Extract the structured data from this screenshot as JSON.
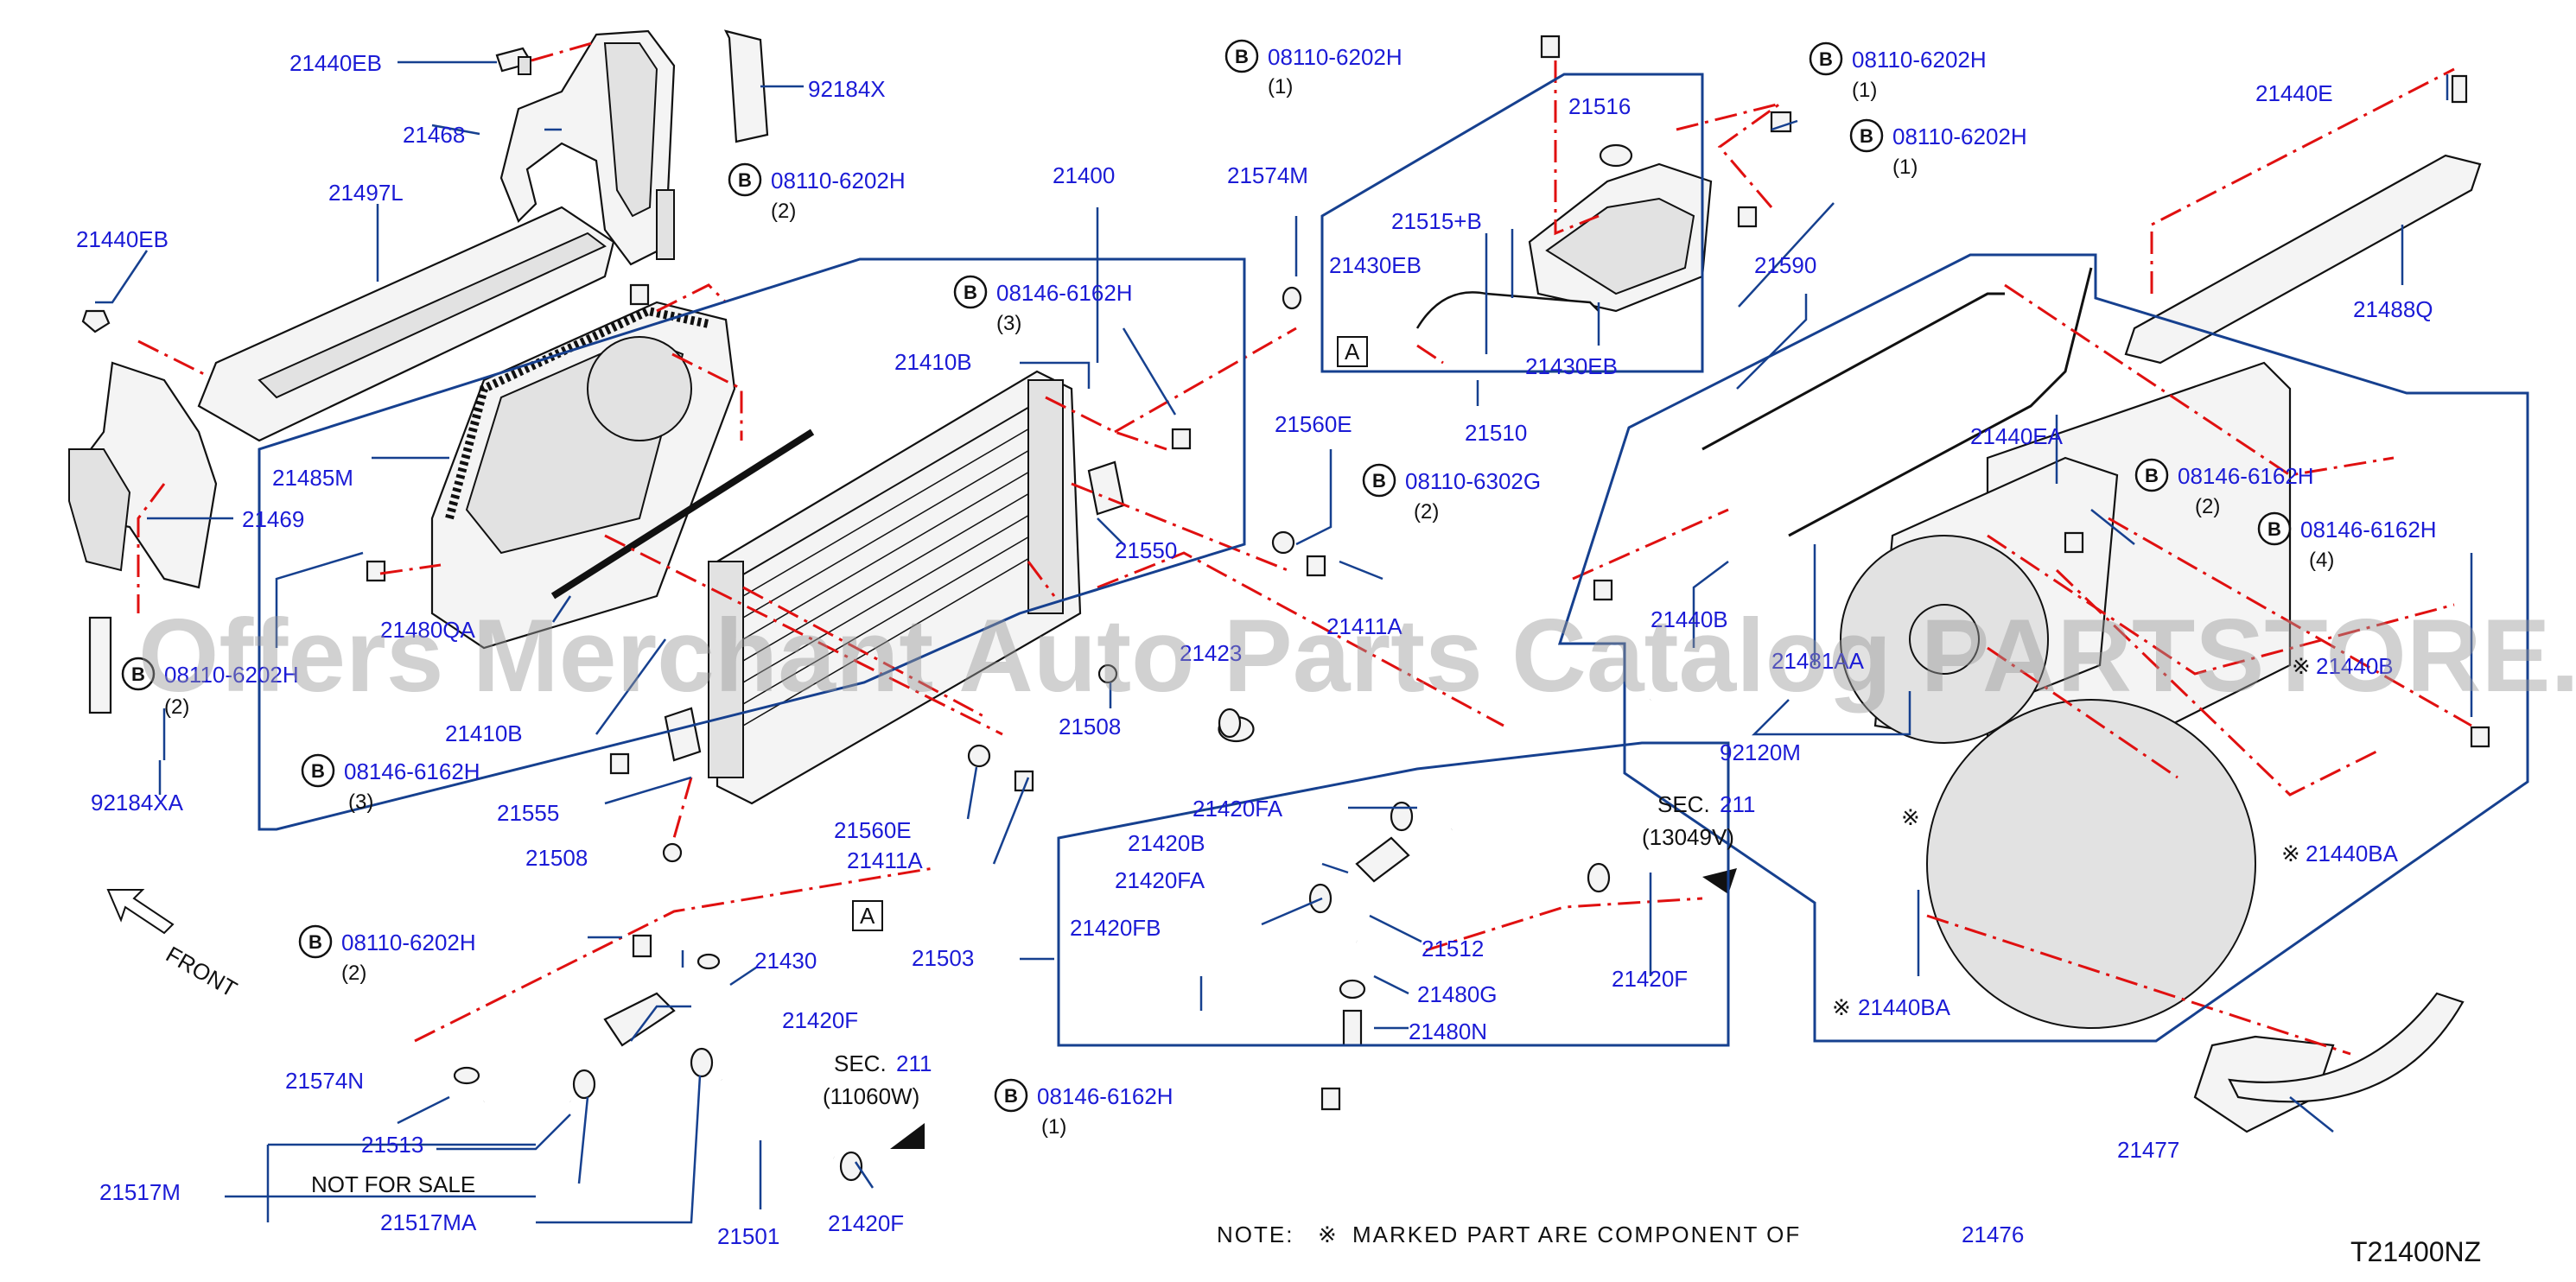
{
  "labels": {
    "l21440EB_a": "21440EB",
    "l92184X": "92184X",
    "l21468": "21468",
    "l21497L": "21497L",
    "l21440EB_b": "21440EB",
    "l21485M": "21485M",
    "l21469": "21469",
    "l21480QA": "21480QA",
    "l92184XA": "92184XA",
    "l21400": "21400",
    "l21574M": "21574M",
    "l21410B_a": "21410B",
    "l21410B_b": "21410B",
    "l21550": "21550",
    "l21560E_a": "21560E",
    "l21411A_a": "21411A",
    "l21508_a": "21508",
    "l21508_b": "21508",
    "l21555": "21555",
    "l21560E_b": "21560E",
    "l21411A_b": "21411A",
    "l21516": "21516",
    "l21515B": "21515+B",
    "l21430EB_a": "21430EB",
    "l21430EB_b": "21430EB",
    "l21510": "21510",
    "l21590": "21590",
    "l21440E": "21440E",
    "l21488Q": "21488Q",
    "l21440EA": "21440EA",
    "l21440B": "21440B",
    "l21481AA": "21481AA",
    "l92120M": "92120M",
    "l21440BA_a": "21440BA",
    "l21440BA_b": "21440BA",
    "l21440BA_c": "21440B",
    "l21477": "21477",
    "l21420FA_a": "21420FA",
    "l21420B": "21420B",
    "l21420FA_b": "21420FA",
    "l21420FB": "21420FB",
    "l21512": "21512",
    "l21480G": "21480G",
    "l21480N": "21480N",
    "l21503": "21503",
    "l21420F_a": "21420F",
    "l21420F_b": "21420F",
    "l21420F_c": "21420F",
    "l21430": "21430",
    "l21574N": "21574N",
    "l21513": "21513",
    "l21517M": "21517M",
    "l21517MA": "21517MA",
    "l21501": "21501",
    "l21423": "21423"
  },
  "bolts": {
    "b1": {
      "code": "08110-6202H",
      "qty": "(1)"
    },
    "b2": {
      "code": "08110-6202H",
      "qty": "(1)"
    },
    "b3": {
      "code": "08110-6202H",
      "qty": "(1)"
    },
    "b4": {
      "code": "08110-6202H",
      "qty": "(2)"
    },
    "b5": {
      "code": "08146-6162H",
      "qty": "(3)"
    },
    "b6": {
      "code": "08110-6302G",
      "qty": "(2)"
    },
    "b7": {
      "code": "08146-6162H",
      "qty": "(2)"
    },
    "b8": {
      "code": "08146-6162H",
      "qty": "(4)"
    },
    "b9": {
      "code": "08110-6202H",
      "qty": "(2)"
    },
    "b10": {
      "code": "08146-6162H",
      "qty": "(3)"
    },
    "b11": {
      "code": "08110-6202H",
      "qty": "(2)"
    },
    "b12": {
      "code": "08146-6162H",
      "qty": "(1)"
    },
    "badge_letter": "B"
  },
  "sec": {
    "sec1_prefix": "SEC.",
    "sec1_num": "211",
    "sec1_ref": "(13049V)",
    "sec2_prefix": "SEC.",
    "sec2_num": "211",
    "sec2_ref": "(11060W)"
  },
  "ref_letter": "A",
  "front_label": "FRONT",
  "not_for_sale": "NOT FOR SALE",
  "note": {
    "prefix": "NOTE:",
    "mark": "※",
    "text": "MARKED PART ARE COMPONENT OF",
    "part": "21476"
  },
  "diagram_code": "T21400NZ",
  "watermark": "Offers Merchant Auto Parts Catalog PARTSTORE.SA",
  "colors": {
    "label_blue": "#1b1bd6",
    "leader_blue": "#16408f",
    "dash_red": "#e01010"
  }
}
